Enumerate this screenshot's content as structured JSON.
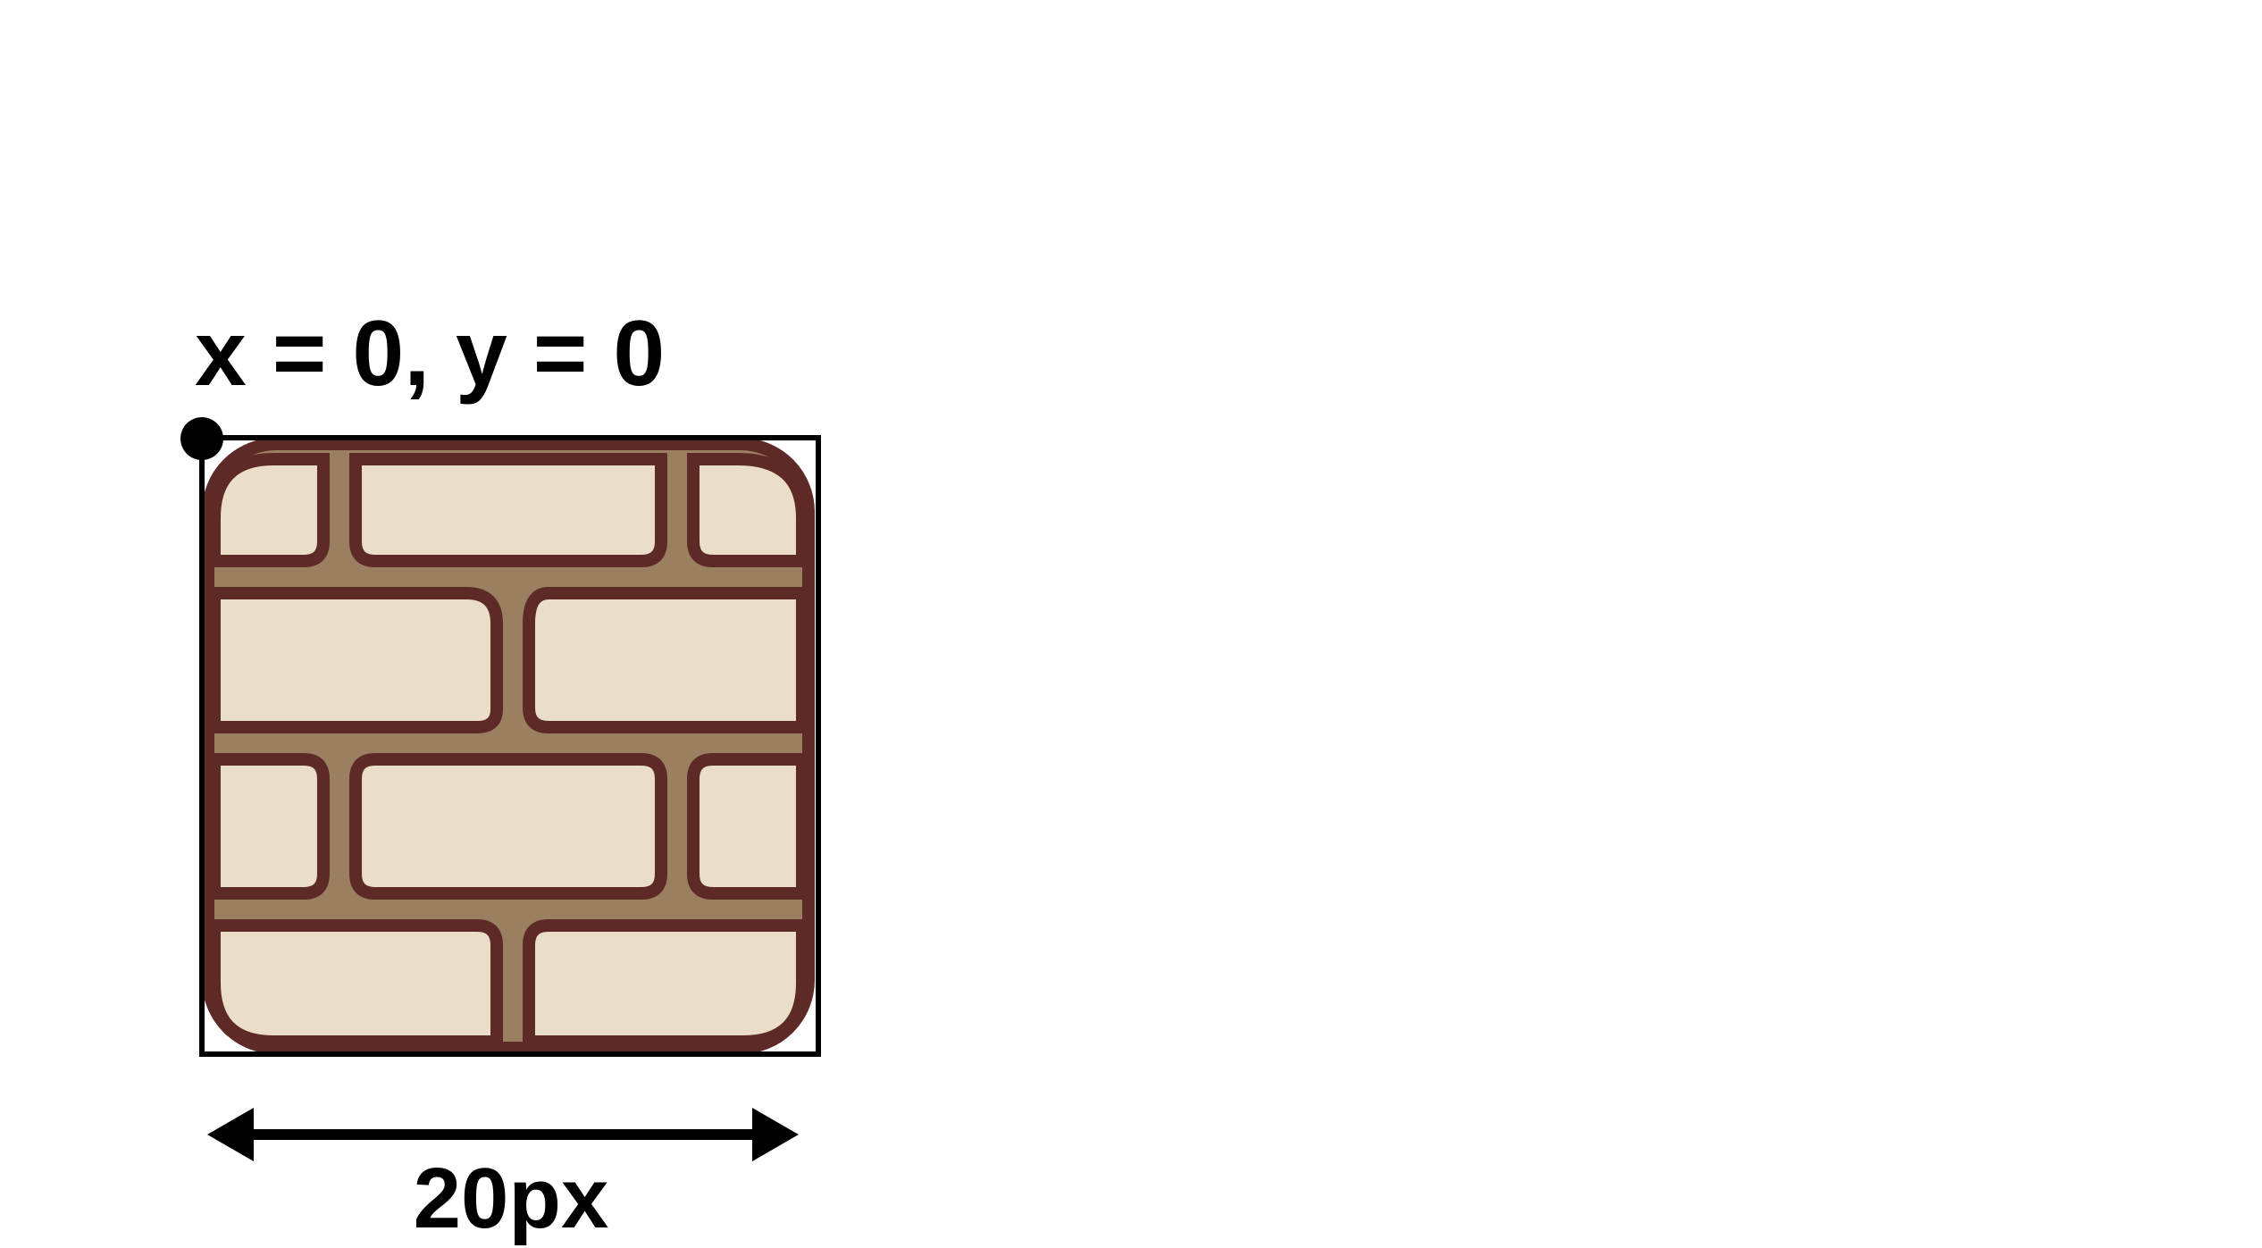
{
  "figure": {
    "origin_label": "x = 0, y = 0",
    "width_label": "20px"
  },
  "tile": {
    "name": "brick-wall-tile",
    "colors": {
      "brick_fill": "#ebdec8",
      "mortar_fill": "#9a8060",
      "outline": "#5e2a27",
      "frame": "#000000",
      "origin_dot": "#000000",
      "arrow": "#000000"
    }
  }
}
